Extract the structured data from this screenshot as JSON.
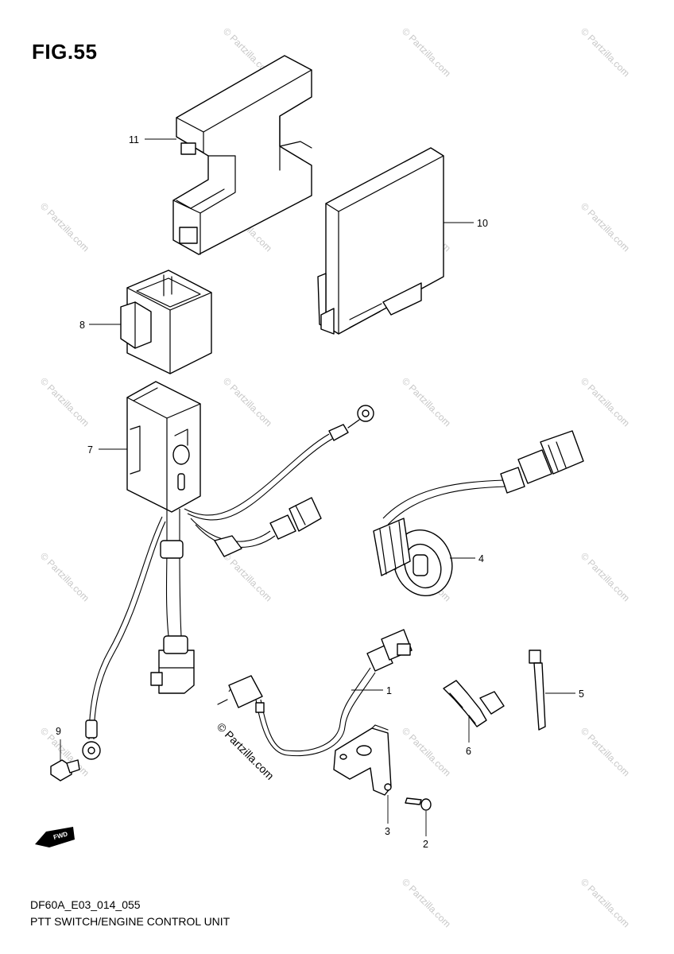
{
  "figure": {
    "title": "FIG.55",
    "code": "DF60A_E03_014_055",
    "description": "PTT SWITCH/ENGINE CONTROL UNIT"
  },
  "callouts": {
    "c1": "1",
    "c2": "2",
    "c3": "3",
    "c4": "4",
    "c5": "5",
    "c6": "6",
    "c7": "7",
    "c8": "8",
    "c9": "9",
    "c10": "10",
    "c11": "11"
  },
  "fwd_label": "FWD",
  "watermark": "© Partzilla.com",
  "colors": {
    "ink": "#000000",
    "paper": "#ffffff",
    "watermark": "#c8c8c8"
  }
}
